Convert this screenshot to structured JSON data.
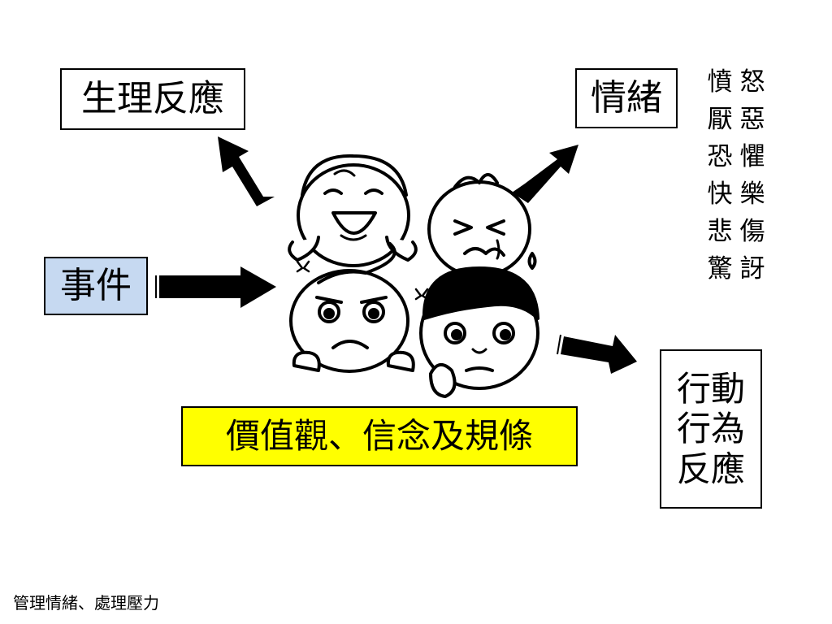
{
  "physiological_box": {
    "label": "生理反應"
  },
  "emotion_box": {
    "label": "情緒"
  },
  "emotion_list": [
    "憤",
    "怒",
    "厭",
    "惡",
    "恐",
    "懼",
    "快",
    "樂",
    "悲",
    "傷",
    "驚",
    "訝"
  ],
  "event_box": {
    "label": "事件",
    "fill": "#c6d9f1"
  },
  "values_box": {
    "label": "價值觀、信念及規條",
    "fill": "#ffff00"
  },
  "action_box": {
    "lines": [
      "行動",
      "行為",
      "反應"
    ]
  },
  "footer": {
    "text": "管理情緒、處理壓力"
  }
}
